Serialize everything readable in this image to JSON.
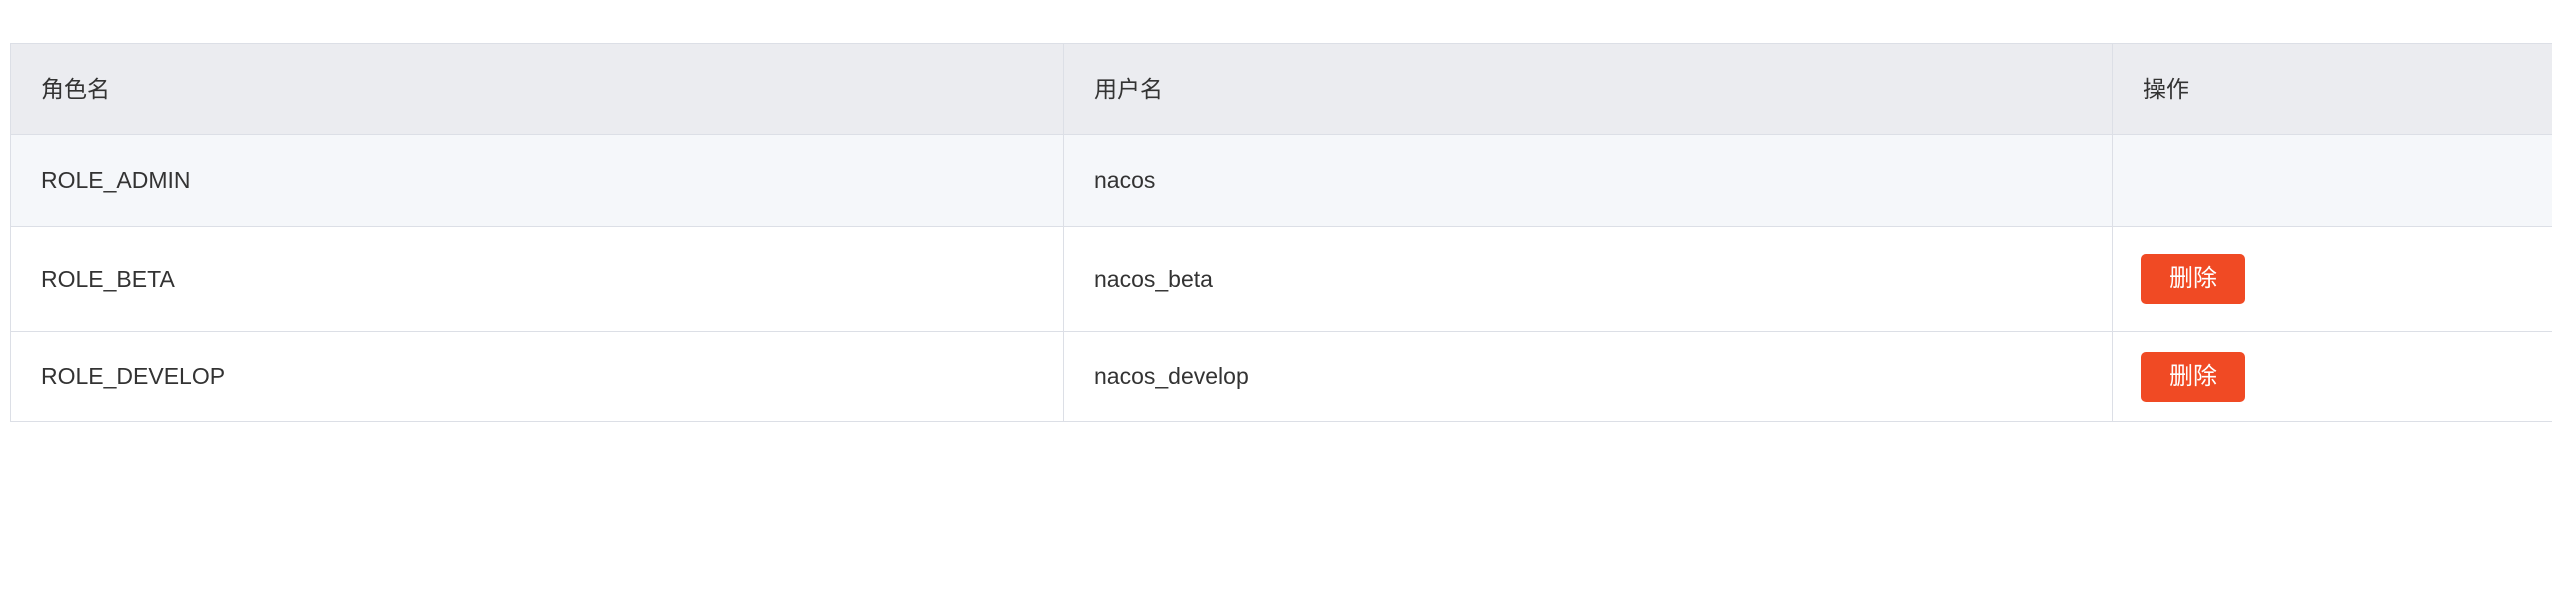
{
  "table": {
    "columns": [
      {
        "key": "role",
        "label": "角色名"
      },
      {
        "key": "username",
        "label": "用户名"
      },
      {
        "key": "action",
        "label": "操作"
      }
    ],
    "rows": [
      {
        "role": "ROLE_ADMIN",
        "username": "nacos",
        "action_label": "",
        "has_delete": false,
        "highlighted": true
      },
      {
        "role": "ROLE_BETA",
        "username": "nacos_beta",
        "action_label": "删除",
        "has_delete": true,
        "highlighted": false
      },
      {
        "role": "ROLE_DEVELOP",
        "username": "nacos_develop",
        "action_label": "删除",
        "has_delete": true,
        "highlighted": false
      }
    ]
  },
  "colors": {
    "header_background": "#ebecf0",
    "row_highlight": "#f5f7fa",
    "border": "#dcdfe6",
    "delete_button": "#f04a24",
    "text": "#333333",
    "page_background": "#ffffff"
  }
}
